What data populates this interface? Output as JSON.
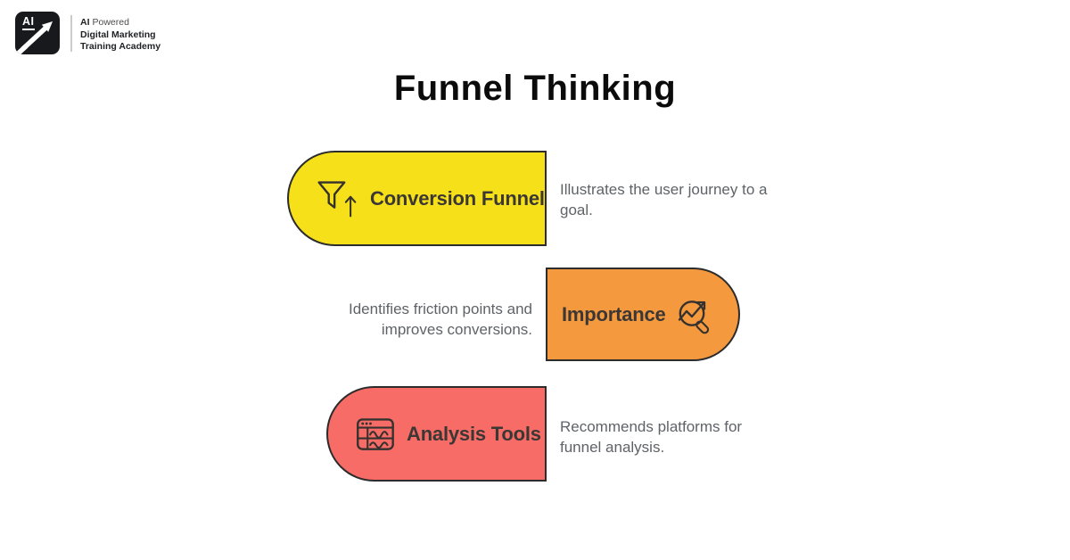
{
  "header": {
    "logo": {
      "badge_text": "AI",
      "tagline_bold": "AI",
      "tagline_rest": "Powered",
      "line2": "Digital Marketing",
      "line3": "Training Academy"
    },
    "title": "Funnel Thinking"
  },
  "cards": [
    {
      "label": "Conversion Funnel",
      "description": "Illustrates the user journey to a goal.",
      "description_lines": [
        "Illustrates the user journey to a",
        "goal."
      ],
      "color": "#F6E01A",
      "icon": "funnel-up-arrow-icon",
      "shape": "rounded-left"
    },
    {
      "label": "Importance",
      "description": "Identifies friction points and improves conversions.",
      "description_lines": [
        "Identifies friction points and",
        "improves conversions."
      ],
      "color": "#F4993E",
      "icon": "magnifier-trend-icon",
      "shape": "rounded-right"
    },
    {
      "label": "Analysis Tools",
      "description": "Recommends platforms for funnel analysis.",
      "description_lines": [
        "Recommends platforms for",
        "funnel analysis."
      ],
      "color": "#F76C66",
      "icon": "analytics-window-icon",
      "shape": "rounded-left"
    }
  ],
  "colors": {
    "background": "#FFFFFF",
    "card_border": "#2C2C2C",
    "card_label_text": "#3B3734",
    "description_text": "#5F6368",
    "title_text": "#0B0B0B",
    "logo_badge_bg": "#17191C",
    "icon_stroke": "#35312E"
  }
}
